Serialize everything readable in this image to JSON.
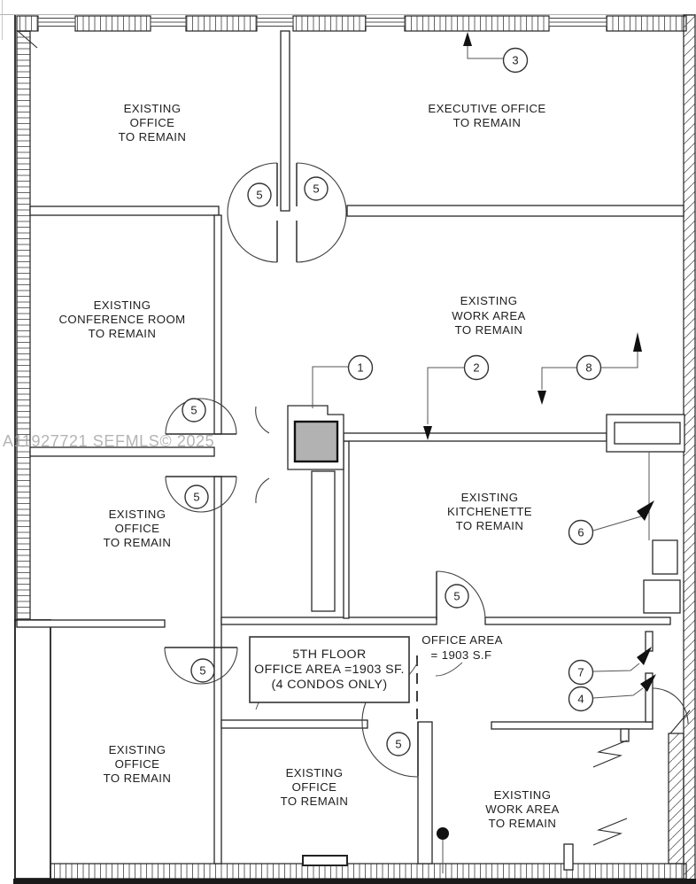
{
  "watermark": "A11927721 SEFMLS© 2025",
  "rooms": [
    {
      "name": "office-top-left",
      "lines": [
        "EXISTING",
        "OFFICE",
        "TO REMAIN"
      ]
    },
    {
      "name": "executive-office",
      "lines": [
        "EXECUTIVE OFFICE",
        "TO REMAIN"
      ]
    },
    {
      "name": "conference-room",
      "lines": [
        "EXISTING",
        "CONFERENCE ROOM",
        "TO REMAIN"
      ]
    },
    {
      "name": "work-area",
      "lines": [
        "EXISTING",
        "WORK AREA",
        "TO REMAIN"
      ]
    },
    {
      "name": "office-mid-left",
      "lines": [
        "EXISTING",
        "OFFICE",
        "TO REMAIN"
      ]
    },
    {
      "name": "kitchenette",
      "lines": [
        "EXISTING",
        "KITCHENETTE",
        "TO REMAIN"
      ]
    },
    {
      "name": "office-bottom-left",
      "lines": [
        "EXISTING",
        "OFFICE",
        "TO REMAIN"
      ]
    },
    {
      "name": "office-bottom-middle",
      "lines": [
        "EXISTING",
        "OFFICE",
        "TO REMAIN"
      ]
    },
    {
      "name": "work-area-bottom",
      "lines": [
        "EXISTING",
        "WORK AREA",
        "TO REMAIN"
      ]
    }
  ],
  "area_label": {
    "lines": [
      "OFFICE AREA",
      "= 1903 S.F"
    ]
  },
  "floor_note": {
    "lines": [
      "5TH FLOOR",
      "OFFICE AREA =1903 SF.",
      "(4 CONDOS ONLY)"
    ]
  },
  "keynotes": {
    "n1": "1",
    "n2": "2",
    "n3": "3",
    "n4": "4",
    "n5": "5",
    "n6": "6",
    "n7": "7",
    "n8": "8"
  },
  "colors": {
    "paper": "#ffffff",
    "line": "#2b2b2b",
    "shaded": "#b2b2b2",
    "watermark": "#a8a8a8"
  }
}
